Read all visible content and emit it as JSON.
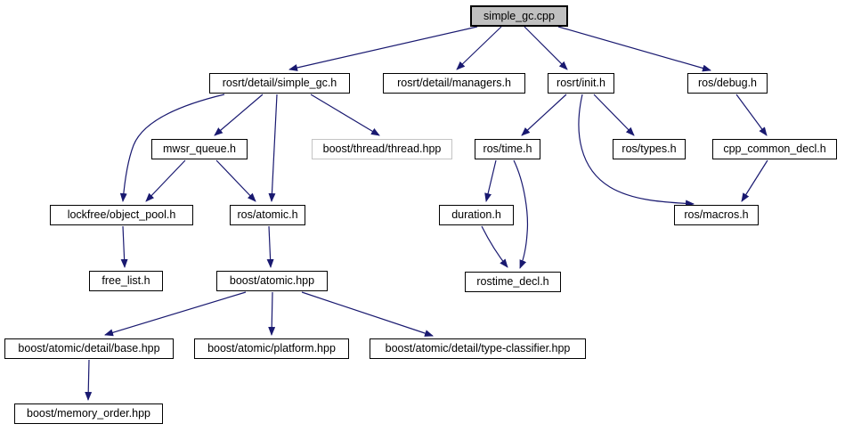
{
  "graph": {
    "kind": "doxygen-include-dependency-graph",
    "colors": {
      "edge": "#191970",
      "node_fill": "#ffffff",
      "node_border": "#000000",
      "root_fill": "#c0c0c0",
      "external_border": "#c4c4c4",
      "text": "#000000",
      "background": "#ffffff"
    },
    "nodes": [
      {
        "id": "simple_gc.cpp",
        "label": "simple_gc.cpp",
        "type": "root"
      },
      {
        "id": "rosrt/detail/simple_gc.h",
        "label": "rosrt/detail/simple_gc.h",
        "type": "internal"
      },
      {
        "id": "rosrt/detail/managers.h",
        "label": "rosrt/detail/managers.h",
        "type": "internal"
      },
      {
        "id": "rosrt/init.h",
        "label": "rosrt/init.h",
        "type": "internal"
      },
      {
        "id": "ros/debug.h",
        "label": "ros/debug.h",
        "type": "internal"
      },
      {
        "id": "mwsr_queue.h",
        "label": "mwsr_queue.h",
        "type": "internal"
      },
      {
        "id": "boost/thread/thread.hpp",
        "label": "boost/thread/thread.hpp",
        "type": "external"
      },
      {
        "id": "ros/time.h",
        "label": "ros/time.h",
        "type": "internal"
      },
      {
        "id": "ros/types.h",
        "label": "ros/types.h",
        "type": "internal"
      },
      {
        "id": "cpp_common_decl.h",
        "label": "cpp_common_decl.h",
        "type": "internal"
      },
      {
        "id": "lockfree/object_pool.h",
        "label": "lockfree/object_pool.h",
        "type": "internal"
      },
      {
        "id": "ros/atomic.h",
        "label": "ros/atomic.h",
        "type": "internal"
      },
      {
        "id": "duration.h",
        "label": "duration.h",
        "type": "internal"
      },
      {
        "id": "ros/macros.h",
        "label": "ros/macros.h",
        "type": "internal"
      },
      {
        "id": "free_list.h",
        "label": "free_list.h",
        "type": "internal"
      },
      {
        "id": "boost/atomic.hpp",
        "label": "boost/atomic.hpp",
        "type": "internal"
      },
      {
        "id": "rostime_decl.h",
        "label": "rostime_decl.h",
        "type": "internal"
      },
      {
        "id": "boost/atomic/detail/base.hpp",
        "label": "boost/atomic/detail/base.hpp",
        "type": "internal"
      },
      {
        "id": "boost/atomic/platform.hpp",
        "label": "boost/atomic/platform.hpp",
        "type": "internal"
      },
      {
        "id": "boost/atomic/detail/type-classifier.hpp",
        "label": "boost/atomic/detail/type-classifier.hpp",
        "type": "internal"
      },
      {
        "id": "boost/memory_order.hpp",
        "label": "boost/memory_order.hpp",
        "type": "internal"
      }
    ],
    "edges": [
      {
        "from": "simple_gc.cpp",
        "to": "rosrt/detail/simple_gc.h"
      },
      {
        "from": "simple_gc.cpp",
        "to": "rosrt/detail/managers.h"
      },
      {
        "from": "simple_gc.cpp",
        "to": "rosrt/init.h"
      },
      {
        "from": "simple_gc.cpp",
        "to": "ros/debug.h"
      },
      {
        "from": "rosrt/detail/simple_gc.h",
        "to": "mwsr_queue.h"
      },
      {
        "from": "rosrt/detail/simple_gc.h",
        "to": "lockfree/object_pool.h"
      },
      {
        "from": "rosrt/detail/simple_gc.h",
        "to": "ros/atomic.h"
      },
      {
        "from": "rosrt/detail/simple_gc.h",
        "to": "boost/thread/thread.hpp"
      },
      {
        "from": "mwsr_queue.h",
        "to": "lockfree/object_pool.h"
      },
      {
        "from": "mwsr_queue.h",
        "to": "ros/atomic.h"
      },
      {
        "from": "lockfree/object_pool.h",
        "to": "free_list.h"
      },
      {
        "from": "ros/atomic.h",
        "to": "boost/atomic.hpp"
      },
      {
        "from": "boost/atomic.hpp",
        "to": "boost/atomic/detail/base.hpp"
      },
      {
        "from": "boost/atomic.hpp",
        "to": "boost/atomic/platform.hpp"
      },
      {
        "from": "boost/atomic.hpp",
        "to": "boost/atomic/detail/type-classifier.hpp"
      },
      {
        "from": "boost/atomic/detail/base.hpp",
        "to": "boost/memory_order.hpp"
      },
      {
        "from": "rosrt/init.h",
        "to": "ros/time.h"
      },
      {
        "from": "rosrt/init.h",
        "to": "ros/types.h"
      },
      {
        "from": "rosrt/init.h",
        "to": "ros/macros.h"
      },
      {
        "from": "ros/debug.h",
        "to": "cpp_common_decl.h"
      },
      {
        "from": "cpp_common_decl.h",
        "to": "ros/macros.h"
      },
      {
        "from": "ros/time.h",
        "to": "duration.h"
      },
      {
        "from": "ros/time.h",
        "to": "rostime_decl.h"
      },
      {
        "from": "duration.h",
        "to": "rostime_decl.h"
      }
    ]
  }
}
